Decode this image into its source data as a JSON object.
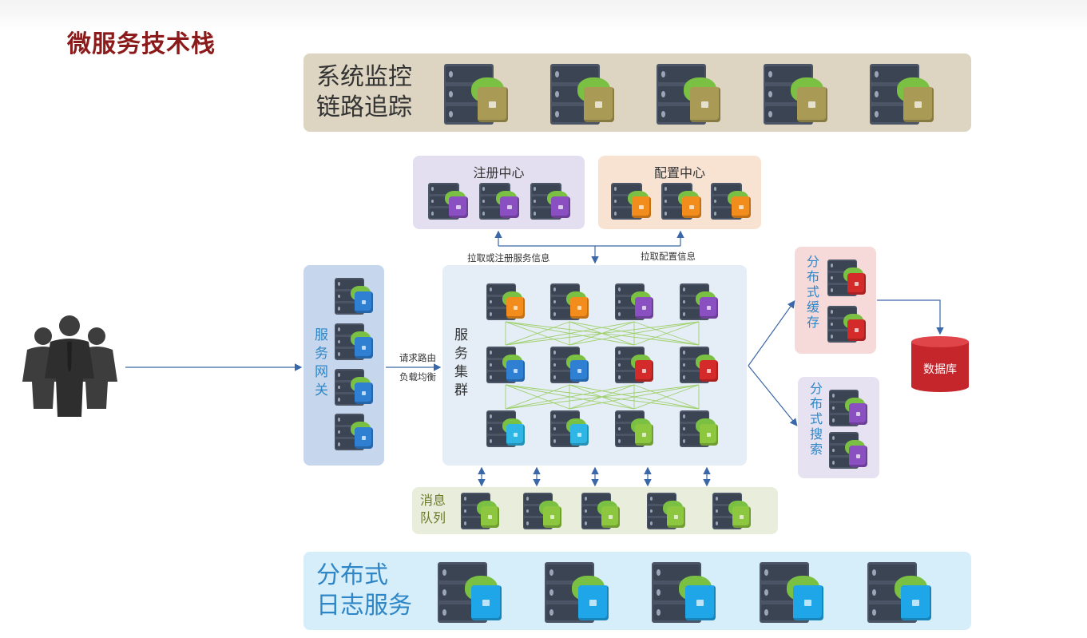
{
  "title": "微服务技术栈",
  "monitor": {
    "line1": "系统监控",
    "line2": "链路追踪"
  },
  "registry": {
    "title": "注册中心"
  },
  "config": {
    "title": "配置中心"
  },
  "gateway": {
    "label": "服务网关"
  },
  "cluster": {
    "label": "服务集群"
  },
  "cache": {
    "label": "分布式缓存"
  },
  "search": {
    "label": "分布式搜索"
  },
  "mq": {
    "label1": "消息",
    "label2": "队列"
  },
  "logs": {
    "line1": "分布式",
    "line2": "日志服务"
  },
  "database": {
    "label": "数据库"
  },
  "edges": {
    "pull_register": "拉取或注册服务信息",
    "pull_config": "拉取配置信息",
    "route1": "请求路由",
    "route2": "负载均衡"
  },
  "colors": {
    "title": "#8b1a1a",
    "olive": "#a99a55",
    "purple": "#8a4fc0",
    "orange": "#f28c1c",
    "blue": "#2f7fd3",
    "red": "#d42a2a",
    "cyan": "#2fb6e5",
    "lime": "#8dc63f",
    "log": "#1fa6e8",
    "db": "#c5262b"
  }
}
